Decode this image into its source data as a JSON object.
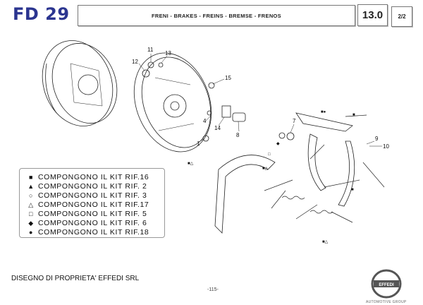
{
  "header": {
    "model": "FD 29",
    "title": "FRENI - BRAKES - FREINS - BREMSE - FRENOS",
    "section": "13.0",
    "page_of": "2/2"
  },
  "diagram": {
    "callouts": [
      "1",
      "4",
      "7",
      "8",
      "9",
      "10",
      "11",
      "12",
      "13",
      "14",
      "15"
    ]
  },
  "legend": {
    "items": [
      {
        "symbol": "filled-square",
        "glyph": "■",
        "text": "COMPONGONO IL KIT RIF.16"
      },
      {
        "symbol": "filled-triangle",
        "glyph": "▲",
        "text": "COMPONGONO IL KIT RIF. 2"
      },
      {
        "symbol": "open-circle",
        "glyph": "○",
        "text": "COMPONGONO IL KIT RIF. 3"
      },
      {
        "symbol": "open-triangle",
        "glyph": "△",
        "text": "COMPONGONO IL KIT RIF.17"
      },
      {
        "symbol": "open-square",
        "glyph": "□",
        "text": "COMPONGONO IL KIT RIF. 5"
      },
      {
        "symbol": "filled-diamond",
        "glyph": "◆",
        "text": "COMPONGONO IL KIT RIF. 6"
      },
      {
        "symbol": "filled-circle",
        "glyph": "●",
        "text": "COMPONGONO IL KIT RIF.18"
      }
    ]
  },
  "footer": {
    "ownership": "DISEGNO DI PROPRIETA' EFFEDI SRL",
    "page_number": "-115-",
    "logo_text": "EFFEDI",
    "logo_subtitle": "AUTOMOTIVE GROUP"
  },
  "colors": {
    "model": "#2b3590",
    "logo": "#555555"
  }
}
